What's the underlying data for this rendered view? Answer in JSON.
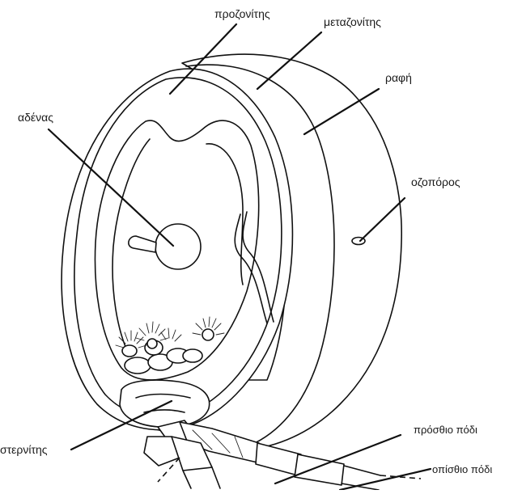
{
  "diagram": {
    "labels": {
      "prozonite": "προζονίτης",
      "metazonite": "μεταζονίτης",
      "suture": "ραφή",
      "gland": "αδένας",
      "ozopore": "οζοπόρος",
      "sternite": "στερνίτης",
      "anterior_leg": "πρόσθιο πόδι",
      "posterior_leg": "οπίσθιο πόδι"
    }
  }
}
